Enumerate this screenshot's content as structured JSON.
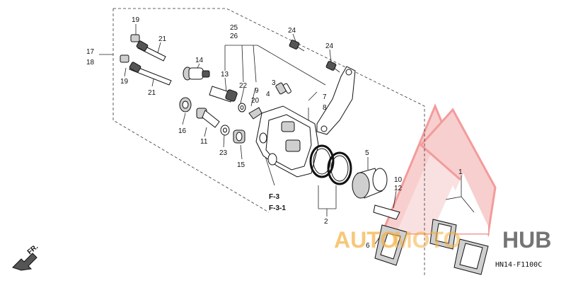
{
  "diagram": {
    "reference_code": "HN14-F1100C",
    "front_indicator": "FR.",
    "callouts": {
      "c1": "1",
      "c2": "2",
      "c3": "3",
      "c4": "4",
      "c5": "5",
      "c6": "6",
      "c7": "7",
      "c8": "8",
      "c9": "9",
      "c10": "10",
      "c11": "11",
      "c12": "12",
      "c13": "13",
      "c14": "14",
      "c15": "15",
      "c16": "16",
      "c17": "17",
      "c18": "18",
      "c19a": "19",
      "c19b": "19",
      "c20": "20",
      "c21a": "21",
      "c21b": "21",
      "c22": "22",
      "c23": "23",
      "c24a": "24",
      "c24b": "24",
      "c25": "25",
      "c26": "26",
      "f3": "F-3",
      "f31": "F-3-1"
    }
  },
  "watermark": {
    "text_left": "AUTO",
    "text_mid": "MOTO",
    "text_right": "HUB",
    "color_red": "#e83a3a",
    "color_orange": "#f5b041",
    "color_dark": "#3a3a3a"
  }
}
